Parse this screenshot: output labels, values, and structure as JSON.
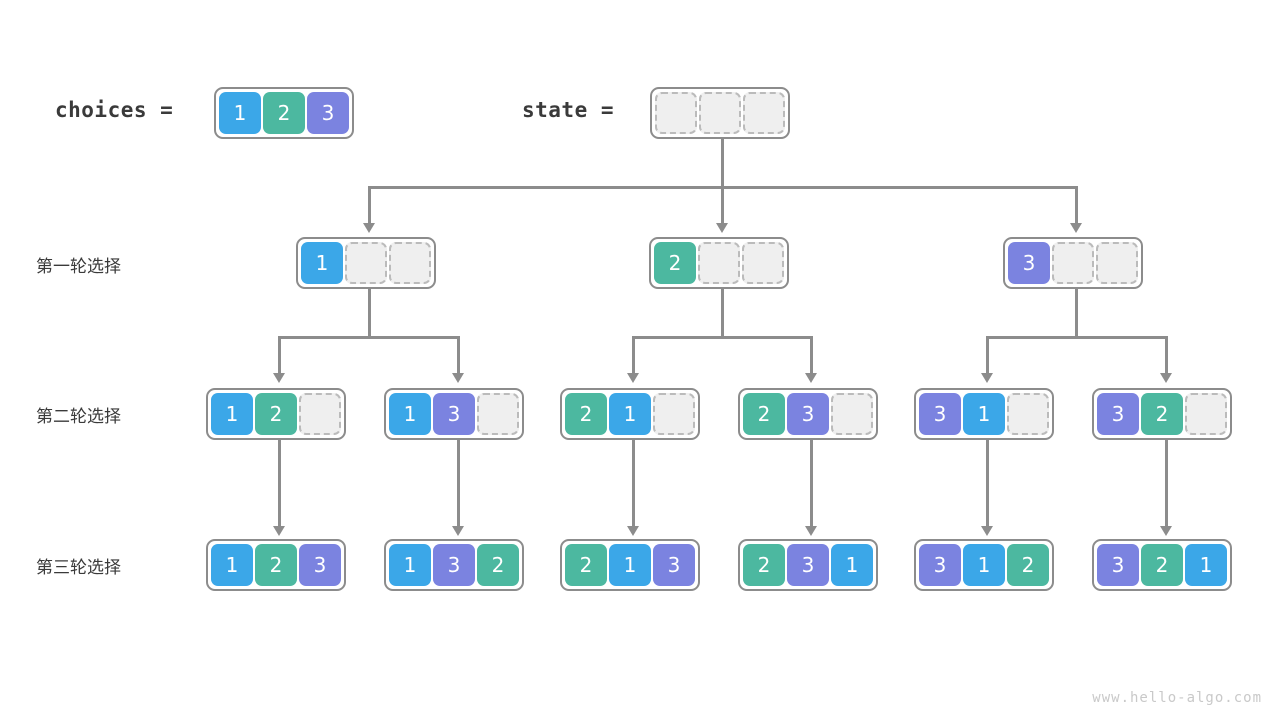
{
  "header": {
    "choices_label": "choices =",
    "state_label": "state ="
  },
  "row_labels": [
    "第一轮选择",
    "第二轮选择",
    "第三轮选择"
  ],
  "watermark": "www.hello-algo.com",
  "colors": {
    "value_1": "#3BA7E8",
    "value_2": "#4CB8A0",
    "value_3": "#7B83E0",
    "empty_cell": "#EFEFEF",
    "empty_border": "#BBBBBB",
    "connector": "#8C8C8C",
    "node_border": "#8C8C8C",
    "text": "#3A3A3A",
    "watermark": "#C9C9C9"
  },
  "choices": {
    "cells": [
      "1",
      "2",
      "3"
    ]
  },
  "state_root": {
    "cells": [
      "",
      "",
      ""
    ]
  },
  "level1": [
    {
      "cells": [
        "1",
        "",
        ""
      ]
    },
    {
      "cells": [
        "2",
        "",
        ""
      ]
    },
    {
      "cells": [
        "3",
        "",
        ""
      ]
    }
  ],
  "level2": [
    {
      "cells": [
        "1",
        "2",
        ""
      ]
    },
    {
      "cells": [
        "1",
        "3",
        ""
      ]
    },
    {
      "cells": [
        "2",
        "1",
        ""
      ]
    },
    {
      "cells": [
        "2",
        "3",
        ""
      ]
    },
    {
      "cells": [
        "3",
        "1",
        ""
      ]
    },
    {
      "cells": [
        "3",
        "2",
        ""
      ]
    }
  ],
  "level3": [
    {
      "cells": [
        "1",
        "2",
        "3"
      ]
    },
    {
      "cells": [
        "1",
        "3",
        "2"
      ]
    },
    {
      "cells": [
        "2",
        "1",
        "3"
      ]
    },
    {
      "cells": [
        "2",
        "3",
        "1"
      ]
    },
    {
      "cells": [
        "3",
        "1",
        "2"
      ]
    },
    {
      "cells": [
        "3",
        "2",
        "1"
      ]
    }
  ]
}
